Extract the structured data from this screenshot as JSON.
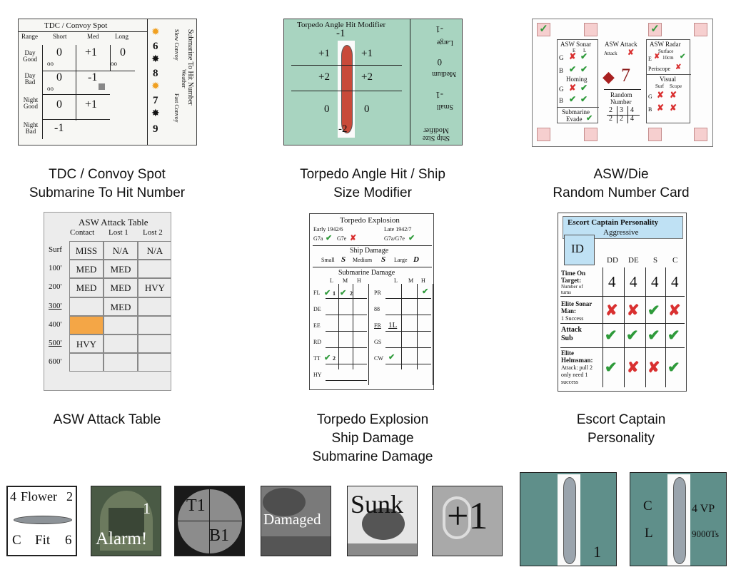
{
  "colors": {
    "torpedo_bg": "#a8d4c0",
    "asw_table_bg": "#ececec",
    "highlight": "#f4a646",
    "escort_header": "#bfe1f4",
    "check": "#2e9a3a",
    "cross": "#d93030",
    "counter_bg": "#5f8f8a"
  },
  "tdc": {
    "title": "TDC / Convoy Spot",
    "col_range": "Range",
    "col_short": "Short",
    "col_med": "Med",
    "col_long": "Long",
    "row1": "Day Good",
    "row2": "Day Bad",
    "row3": "Night Good",
    "row4": "Night Bad",
    "r1_short": "0",
    "r1_med": "+1",
    "r1_long": "0",
    "r2_short": "0",
    "r2_med": "-1",
    "r3_short": "0",
    "r3_med": "+1",
    "r4_short": "-1",
    "side_title": "Submarine To Hit Number",
    "slow": "Slow Convoy",
    "weather": "Weather",
    "fast": "Fast Convoy",
    "n1": "6",
    "n2": "8",
    "n3": "7",
    "n4": "9",
    "caption1": "TDC / Convoy Spot",
    "caption2": "Submarine To Hit Number"
  },
  "torpedo_angle": {
    "title": "Torpedo Angle Hit Modifier",
    "top": "-1",
    "l1": "+1",
    "r1": "+1",
    "l2": "+2",
    "r2": "+2",
    "l3": "0",
    "r3": "0",
    "bottom": "-2",
    "large": "Large",
    "large_val": "-1",
    "medium": "Medium",
    "medium_val": "0",
    "small": "Small",
    "small_val": "-1",
    "size_mod": "Ship Size Modifier",
    "caption1": "Torpedo Angle Hit  / Ship",
    "caption2": "Size Modifier"
  },
  "asw_die": {
    "sonar": "ASW Sonar",
    "sonar_e": "E",
    "sonar_l": "L",
    "g": "G",
    "b": "B",
    "homing": "Homing",
    "sub_evade1": "Submarine",
    "sub_evade2": "Evade",
    "attack_title": "ASW Attack",
    "attack": "Attack",
    "die_value": "7",
    "random1": "Random",
    "random2": "Number",
    "rn": [
      "2",
      "3",
      "4",
      "2",
      "2",
      "4"
    ],
    "radar": "ASW Radar",
    "surface": "Surface",
    "cm10": "10cm",
    "e": "E",
    "periscope": "Periscope",
    "visual": "Visual",
    "surf": "Surf",
    "scope": "Scope",
    "caption1": "ASW/Die",
    "caption2": "Random Number Card"
  },
  "asw_table": {
    "title": "ASW Attack Table",
    "contact": "Contact",
    "lost1": "Lost 1",
    "lost2": "Lost 2",
    "rows": [
      {
        "depth": "Surf",
        "c": "MISS",
        "l1": "N/A",
        "l2": "N/A"
      },
      {
        "depth": "100'",
        "c": "MED",
        "l1": "MED",
        "l2": ""
      },
      {
        "depth": "200'",
        "c": "MED",
        "l1": "MED",
        "l2": "HVY"
      },
      {
        "depth": "300'",
        "c": "",
        "l1": "MED",
        "l2": ""
      },
      {
        "depth": "400'",
        "c": "",
        "l1": "",
        "l2": ""
      },
      {
        "depth": "500'",
        "c": "HVY",
        "l1": "",
        "l2": ""
      },
      {
        "depth": "600'",
        "c": "",
        "l1": "",
        "l2": ""
      }
    ],
    "caption1": "ASW Attack Table"
  },
  "explosion": {
    "title": "Torpedo Explosion",
    "early": "Early 1942/6",
    "late": "Late  1942/7",
    "g7a": "G7a",
    "g7e": "G7e",
    "g7ae": "G7a/G7e",
    "ship_damage": "Ship Damage",
    "small": "Small",
    "s1": "S",
    "medium": "Medium",
    "s2": "S",
    "large": "Large",
    "d": "D",
    "sub_damage": "Submarine Damage",
    "l": "L",
    "m": "M",
    "h": "H",
    "left_rows": [
      "FL",
      "DE",
      "EE",
      "RD",
      "TT",
      "HY"
    ],
    "right_rows": [
      "PR",
      "88",
      "FR",
      "GS",
      "CW"
    ],
    "fl1": "1",
    "fl2": "2",
    "tt2": "2",
    "fr_val": "1L",
    "caption1": "Torpedo Explosion",
    "caption2": "Ship Damage",
    "caption3": "Submarine Damage"
  },
  "escort": {
    "title": "Escort Captain Personality",
    "subtitle": "Aggressive",
    "id": "ID",
    "dd": "DD",
    "de": "DE",
    "s": "S",
    "c": "C",
    "time1": "Time On",
    "time2": "Target:",
    "time_sub1": "Number of",
    "time_sub2": "turns",
    "tvals": [
      "4",
      "4",
      "4",
      "4"
    ],
    "sonar1": "Elite Sonar",
    "sonar2": "Man:",
    "sonar_sub": "1 Success",
    "attack1": "Attack",
    "attack2": "Sub",
    "helm1": "Elite",
    "helm2": "Helmsman:",
    "helm_sub1": "Attack: pull 2",
    "helm_sub2": "only need 1",
    "helm_sub3": "success",
    "caption1": "Escort Captain",
    "caption2": "Personality"
  },
  "counters": {
    "flower_left": "4",
    "flower_name": "Flower",
    "flower_right": "2",
    "flower_c": "C",
    "flower_fit": "Fit",
    "flower_six": "6",
    "alarm_num": "1",
    "alarm": "Alarm!",
    "t1": "T1",
    "b1": "B1",
    "damaged": "Damaged",
    "sunk": "Sunk",
    "plus1": "+1",
    "ship_num": "1",
    "c": "C",
    "l": "L",
    "vp": "4 VP",
    "tons": "9000Ts"
  }
}
